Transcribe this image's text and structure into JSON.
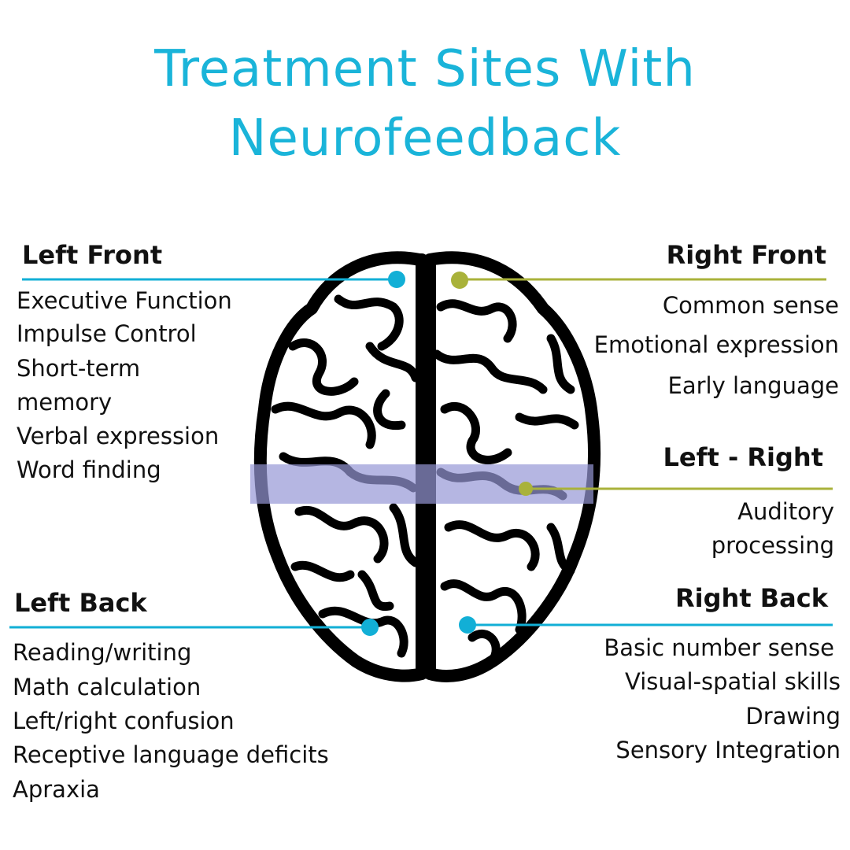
{
  "title": {
    "line1": "Treatment Sites With",
    "line2": "Neurofeedback"
  },
  "colors": {
    "title": "#1ab4d9",
    "blue_marker": "#12afd6",
    "olive_marker": "#a9b23a",
    "band": "#9597d6"
  },
  "regions": {
    "left_front": {
      "heading": "Left Front",
      "items": [
        "Executive Function",
        "Impulse Control",
        "Short-term",
        "memory",
        "Verbal expression",
        "Word finding"
      ]
    },
    "right_front": {
      "heading": "Right Front",
      "items": [
        "Common sense",
        "Emotional expression",
        "Early language"
      ]
    },
    "left_right": {
      "heading": "Left - Right",
      "items": [
        "Auditory",
        "processing"
      ]
    },
    "left_back": {
      "heading": "Left Back",
      "items": [
        "Reading/writing",
        "Math calculation",
        "Left/right confusion",
        "Receptive language deficits",
        "Apraxia"
      ]
    },
    "right_back": {
      "heading": "Right Back",
      "items": [
        "Basic number sense",
        "Visual-spatial skills",
        "Drawing",
        "Sensory Integration"
      ]
    }
  },
  "brain_icon": "brain-top-view-icon"
}
